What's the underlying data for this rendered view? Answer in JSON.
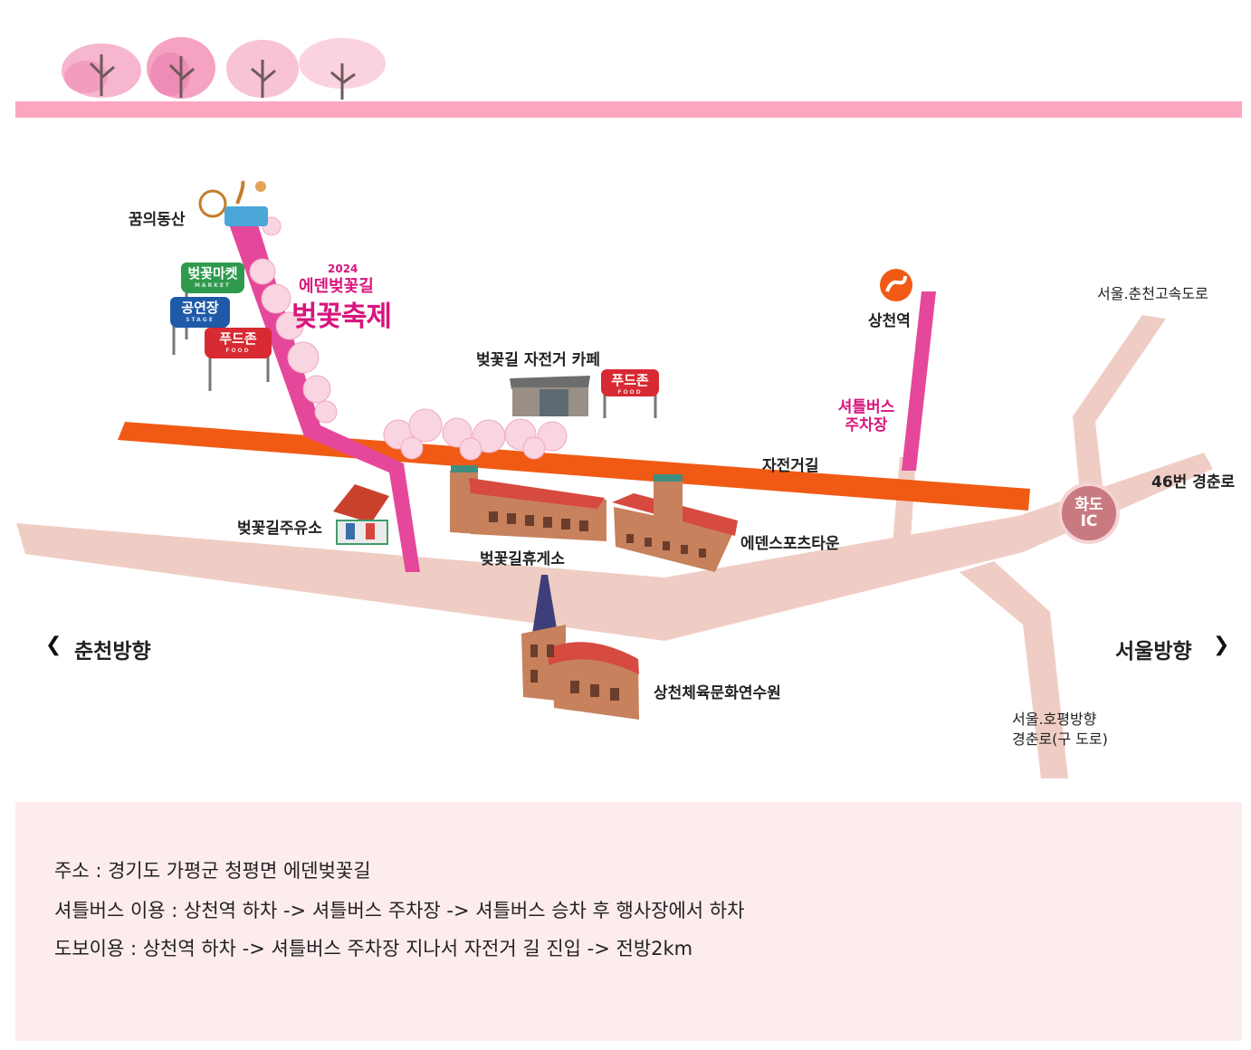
{
  "map": {
    "places": {
      "dream_hill": "꿈의동산",
      "festival_year": "2024",
      "festival_line1": "에덴벚꽃길",
      "festival_line2": "벚꽃축제",
      "market": "벚꽃마켓",
      "market_sub": "MARKET",
      "stage": "공연장",
      "stage_sub": "STAGE",
      "food_zone": "푸드존",
      "food_zone_sub": "FOOD",
      "bike_cafe": "벚꽃길 자전거 카페",
      "food_zone_2": "푸드존",
      "food_zone_2_sub": "FOOD",
      "station": "상천역",
      "shuttle_parking_line1": "셔틀버스",
      "shuttle_parking_line2": "주차장",
      "bike_road": "자전거길",
      "highway": "서울.춘천고속도로",
      "route46": "46번 경춘로",
      "ic_line1": "화도",
      "ic_line2": "IC",
      "gas_station": "벚꽃길주유소",
      "rest_area": "벚꽃길휴게소",
      "sports_town": "에덴스포츠타운",
      "training_center": "상천체육문화연수원",
      "old_road_line1": "서울.호평방향",
      "old_road_line2": "경춘로(구 도로)"
    },
    "directions": {
      "left": "춘천방향",
      "right": "서울방향"
    }
  },
  "info": {
    "address": "주소 : 경기도 가평군 청평면 에덴벚꽃길",
    "shuttle": "셔틀버스 이용 : 상천역 하차 -> 셔틀버스 주차장 -> 셔틀버스 승차 후 행사장에서 하차",
    "walk": "도보이용 : 상천역 하차 -> 셔틀버스 주차장 지나서 자전거 길 진입 -> 전방2km"
  },
  "colors": {
    "header_bar": "#fda6c0",
    "main_road": "#f0cdc4",
    "bike_road": "#f05a14",
    "festival_path": "#e5489a",
    "info_bg": "#fdeced",
    "ic_badge": "#c97a80"
  }
}
